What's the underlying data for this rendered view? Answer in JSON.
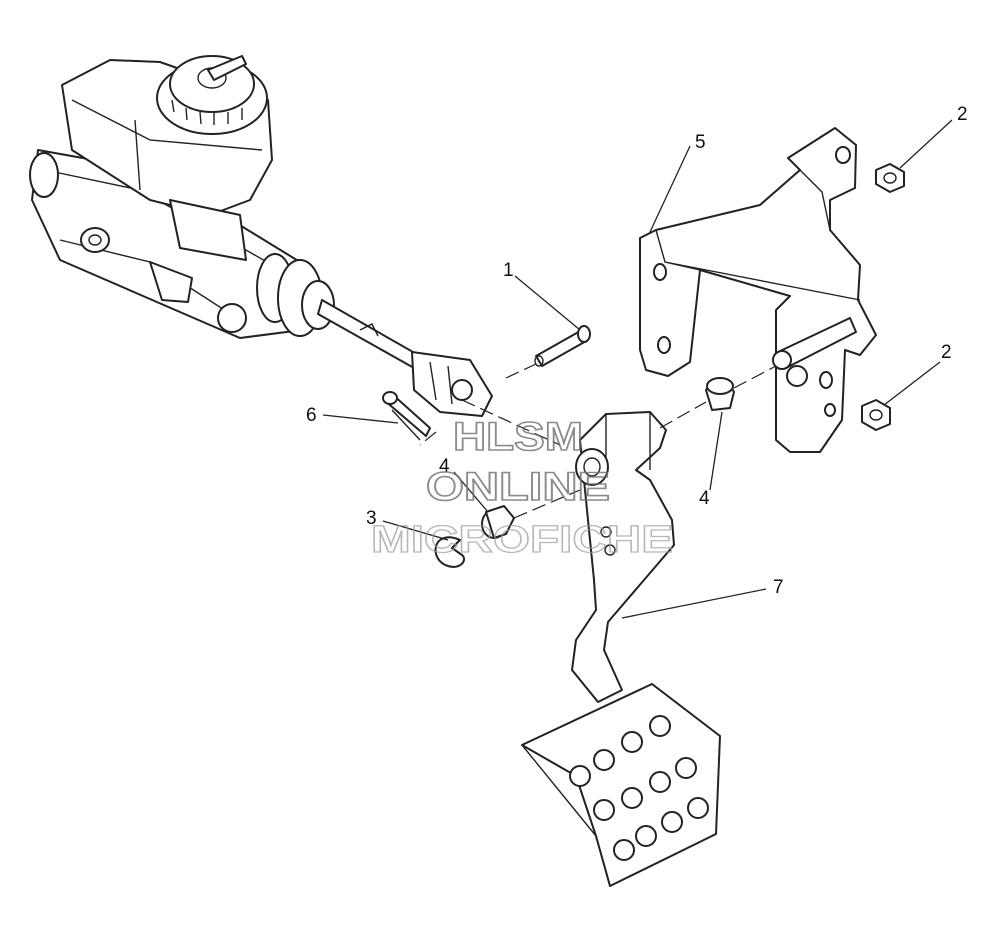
{
  "watermark": {
    "line1": "HLSM",
    "line2": "ONLINE",
    "line3": "MICROFICHE"
  },
  "callouts": [
    {
      "id": "1",
      "label": "1",
      "part": "clevis-pin"
    },
    {
      "id": "2a",
      "label": "2",
      "part": "hex-nut-upper"
    },
    {
      "id": "2b",
      "label": "2",
      "part": "hex-nut-lower"
    },
    {
      "id": "3",
      "label": "3",
      "part": "e-clip"
    },
    {
      "id": "4a",
      "label": "4",
      "part": "bushing-left"
    },
    {
      "id": "4b",
      "label": "4",
      "part": "bushing-right"
    },
    {
      "id": "5",
      "label": "5",
      "part": "pedal-bracket"
    },
    {
      "id": "6",
      "label": "6",
      "part": "cotter-pin"
    },
    {
      "id": "7",
      "label": "7",
      "part": "brake-pedal-arm"
    }
  ]
}
